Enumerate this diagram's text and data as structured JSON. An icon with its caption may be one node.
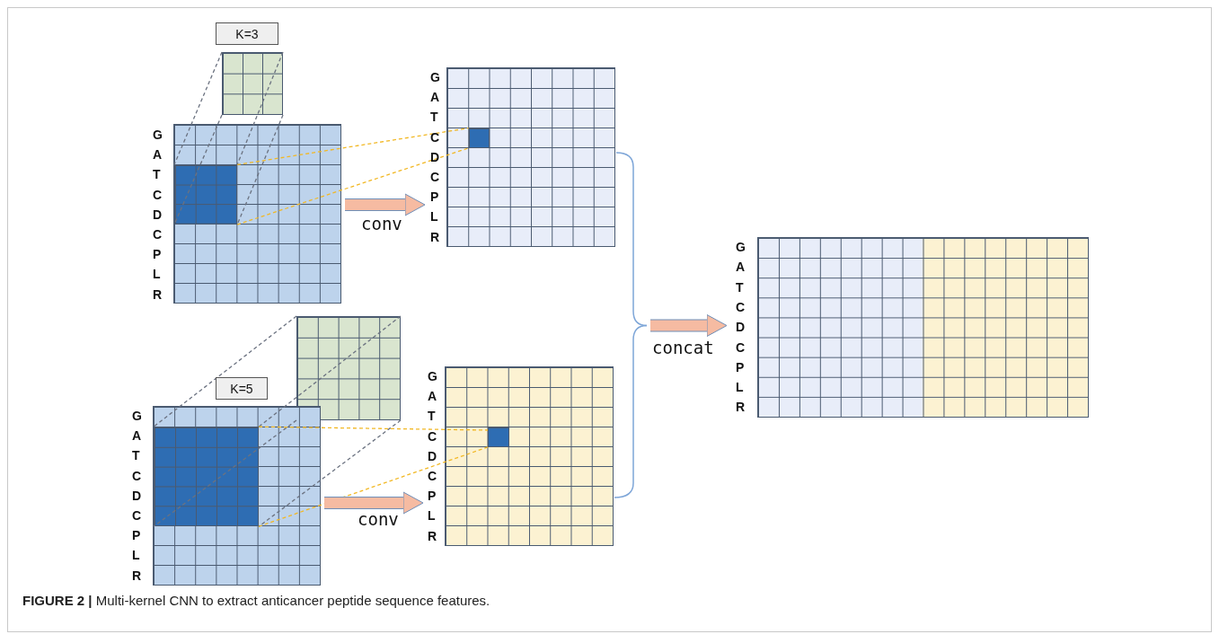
{
  "diagram": {
    "caption": "**FIGURE 2 |** Multi-kernel CNN to extract anticancer peptide sequence features.",
    "nodes": [
      {
        "text": [
          "K=3"
        ]
      },
      {
        "text": [],
        "shape": "grid"
      },
      {
        "text": [],
        "shape": "grid"
      },
      {
        "text": [],
        "shape": "grid",
        "in": 2
      },
      {
        "text": [],
        "shape": "grid"
      },
      {
        "text": [],
        "shape": "box",
        "in": 4
      },
      {
        "text": [],
        "shape": "grid"
      },
      {
        "text": [],
        "shape": "grid"
      },
      {
        "text": [
          "K=5"
        ]
      },
      {
        "text": [],
        "shape": "grid"
      },
      {
        "text": [],
        "shape": "grid",
        "in": 9
      },
      {
        "text": [],
        "shape": "grid"
      },
      {
        "text": [],
        "shape": "box",
        "in": 11
      }
    ],
    "edges": [
      {
        "from": 1,
        "to": 3,
        "arrow": "none",
        "style": "dashed",
        "color": "#6b7280"
      },
      {
        "from": 1,
        "to": 3,
        "arrow": "none",
        "style": "dashed",
        "color": "#6b7280"
      },
      {
        "from": 1,
        "to": 3,
        "arrow": "none",
        "style": "dashed",
        "color": "#6b7280"
      },
      {
        "from": 1,
        "to": 3,
        "arrow": "none",
        "style": "dashed",
        "color": "#6b7280"
      },
      {
        "from": 3,
        "to": 5,
        "arrow": "none",
        "style": "dashed",
        "color": "#f2b824"
      },
      {
        "from": 3,
        "to": 5,
        "arrow": "none",
        "style": "dashed",
        "color": "#f2b824"
      },
      {
        "from": 2,
        "to": 4,
        "arrow": "to",
        "style": "thick",
        "label": "conv"
      },
      {
        "from": 7,
        "to": 10,
        "arrow": "none",
        "style": "dashed",
        "color": "#6b7280"
      },
      {
        "from": 7,
        "to": 10,
        "arrow": "none",
        "style": "dashed",
        "color": "#6b7280"
      },
      {
        "from": 7,
        "to": 10,
        "arrow": "none",
        "style": "dashed",
        "color": "#6b7280"
      },
      {
        "from": 7,
        "to": 10,
        "arrow": "none",
        "style": "dashed",
        "color": "#6b7280"
      },
      {
        "from": 10,
        "to": 12,
        "arrow": "none",
        "style": "dashed",
        "color": "#f2b824"
      },
      {
        "from": 10,
        "to": 12,
        "arrow": "none",
        "style": "dashed",
        "color": "#f2b824"
      },
      {
        "from": 9,
        "to": 11,
        "arrow": "to",
        "style": "thick",
        "label": "conv"
      },
      {
        "from": 4,
        "to": 6,
        "arrow": "to",
        "color": "#7ea6d8",
        "label": "concat"
      },
      {
        "from": 11,
        "to": 6,
        "arrow": "to",
        "color": "#7ea6d8"
      }
    ],
    "labels": [
      "G",
      "A",
      "T",
      "C",
      "D",
      "C",
      "P",
      "L",
      "R",
      "G",
      "A",
      "T",
      "C",
      "D",
      "C",
      "P",
      "L",
      "R",
      "G",
      "A",
      "T",
      "C",
      "D",
      "C",
      "P",
      "L",
      "R",
      "G",
      "A",
      "T",
      "C",
      "D",
      "C",
      "P",
      "L",
      "R",
      "G",
      "A",
      "T",
      "C",
      "D",
      "C",
      "P",
      "L",
      "R"
    ]
  }
}
